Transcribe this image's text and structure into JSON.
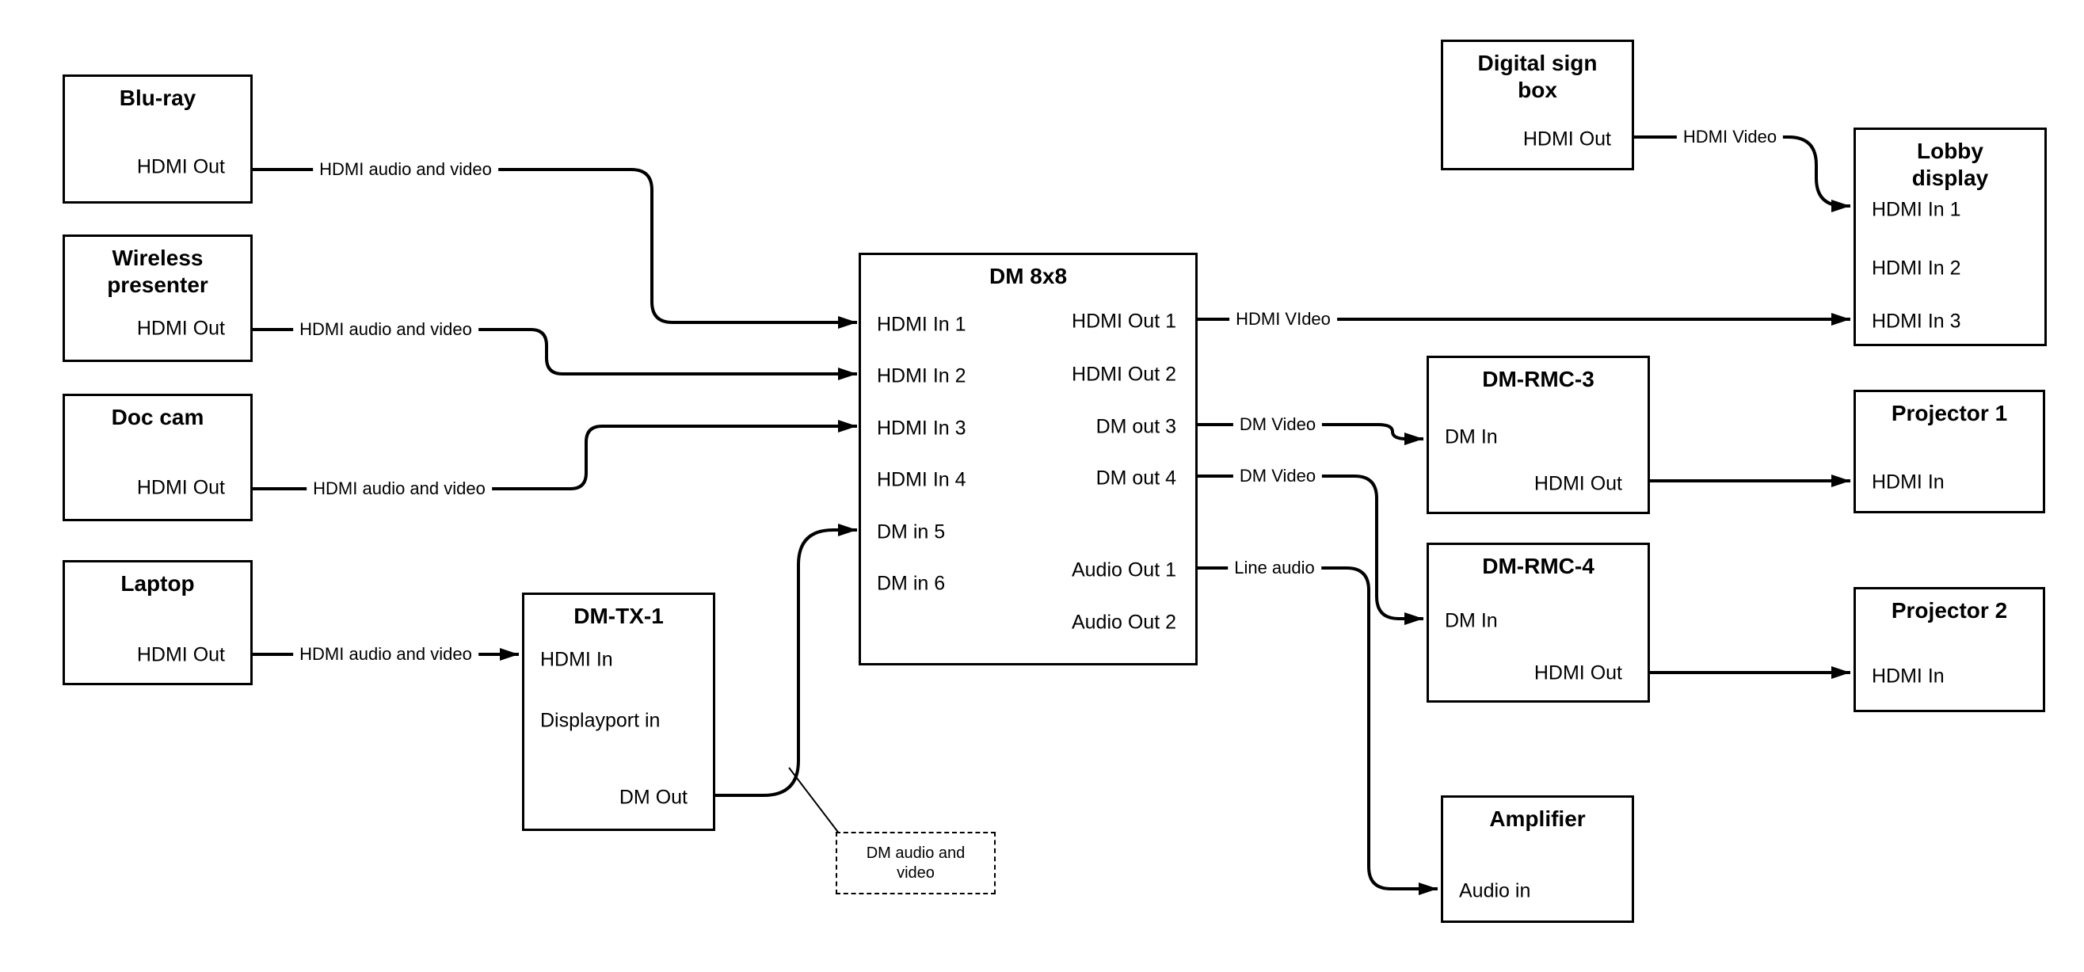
{
  "nodes": {
    "bluray": {
      "title": "Blu-ray",
      "hdmi_out": "HDMI Out"
    },
    "wireless": {
      "title": "Wireless presenter",
      "hdmi_out": "HDMI Out"
    },
    "doccam": {
      "title": "Doc cam",
      "hdmi_out": "HDMI Out"
    },
    "laptop": {
      "title": "Laptop",
      "hdmi_out": "HDMI Out"
    },
    "dmtx1": {
      "title": "DM-TX-1",
      "hdmi_in": "HDMI In",
      "displayport_in": "Displayport in",
      "dm_out": "DM Out"
    },
    "dm8x8": {
      "title": "DM 8x8",
      "in1": "HDMI In 1",
      "in2": "HDMI In 2",
      "in3": "HDMI In 3",
      "in4": "HDMI In 4",
      "in5": "DM in 5",
      "in6": "DM in 6",
      "out1": "HDMI Out 1",
      "out2": "HDMI Out 2",
      "out3": "DM out 3",
      "out4": "DM out 4",
      "aout1": "Audio Out 1",
      "aout2": "Audio Out 2"
    },
    "signbox": {
      "title": "Digital sign box",
      "hdmi_out": "HDMI Out"
    },
    "lobby": {
      "title": "Lobby display",
      "in1": "HDMI In 1",
      "in2": "HDMI In 2",
      "in3": "HDMI In 3"
    },
    "rmc3": {
      "title": "DM-RMC-3",
      "dm_in": "DM In",
      "hdmi_out": "HDMI Out"
    },
    "proj1": {
      "title": "Projector 1",
      "hdmi_in": "HDMI In"
    },
    "rmc4": {
      "title": "DM-RMC-4",
      "dm_in": "DM In",
      "hdmi_out": "HDMI Out"
    },
    "proj2": {
      "title": "Projector 2",
      "hdmi_in": "HDMI In"
    },
    "amp": {
      "title": "Amplifier",
      "audio_in": "Audio in"
    }
  },
  "wire_labels": {
    "bluray": "HDMI audio and video",
    "wireless": "HDMI audio and video",
    "doccam": "HDMI audio and video",
    "laptop": "HDMI audio and video",
    "hdmi_out1": "HDMI VIdeo",
    "signbox": "HDMI Video",
    "dm_out3": "DM Video",
    "dm_out4": "DM Video",
    "audio_out1": "Line audio",
    "annotation": "DM audio and video"
  },
  "colors": {
    "line": "#000000",
    "background": "#ffffff",
    "text": "#000000"
  }
}
